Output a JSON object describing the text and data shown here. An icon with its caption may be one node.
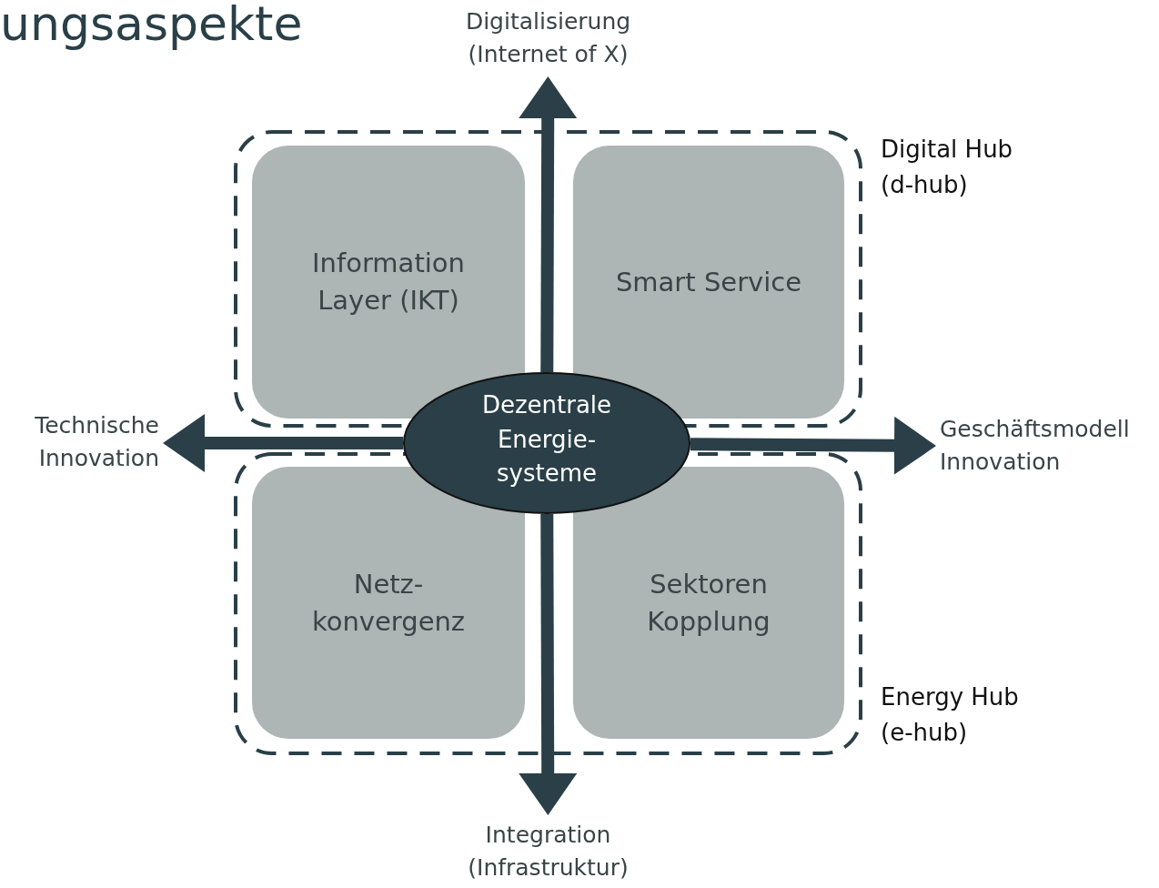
{
  "diagram": {
    "title": "ungsaspekte",
    "nodes": [
      {
        "text": [
          "Digital Hub (d-hub)"
        ]
      },
      {
        "text": [
          "Information Layer (IKT)"
        ],
        "in": 0
      },
      {
        "text": [
          "Smart Service"
        ],
        "in": 0
      },
      {
        "text": [
          "Energy Hub (e-hub)"
        ]
      },
      {
        "text": [
          "Netz- konvergenz"
        ],
        "in": 3
      },
      {
        "text": [
          "Sektoren Kopplung"
        ],
        "in": 3
      },
      {
        "text": [
          "Dezentrale Energie- systeme"
        ]
      },
      {
        "text": [
          "Digitalisierung (Internet of X)"
        ]
      },
      {
        "text": [
          "Technische Innovation"
        ]
      },
      {
        "text": [
          "Geschäftsmodell Innovation"
        ]
      },
      {
        "text": [
          "Integration (Infrastruktur)"
        ]
      }
    ],
    "edges": [
      {
        "from": 6,
        "to": 7,
        "arrow": "to"
      },
      {
        "from": 6,
        "to": 8,
        "arrow": "to"
      },
      {
        "from": 6,
        "to": 9,
        "arrow": "to"
      },
      {
        "from": 6,
        "to": 10,
        "arrow": "to"
      }
    ]
  }
}
